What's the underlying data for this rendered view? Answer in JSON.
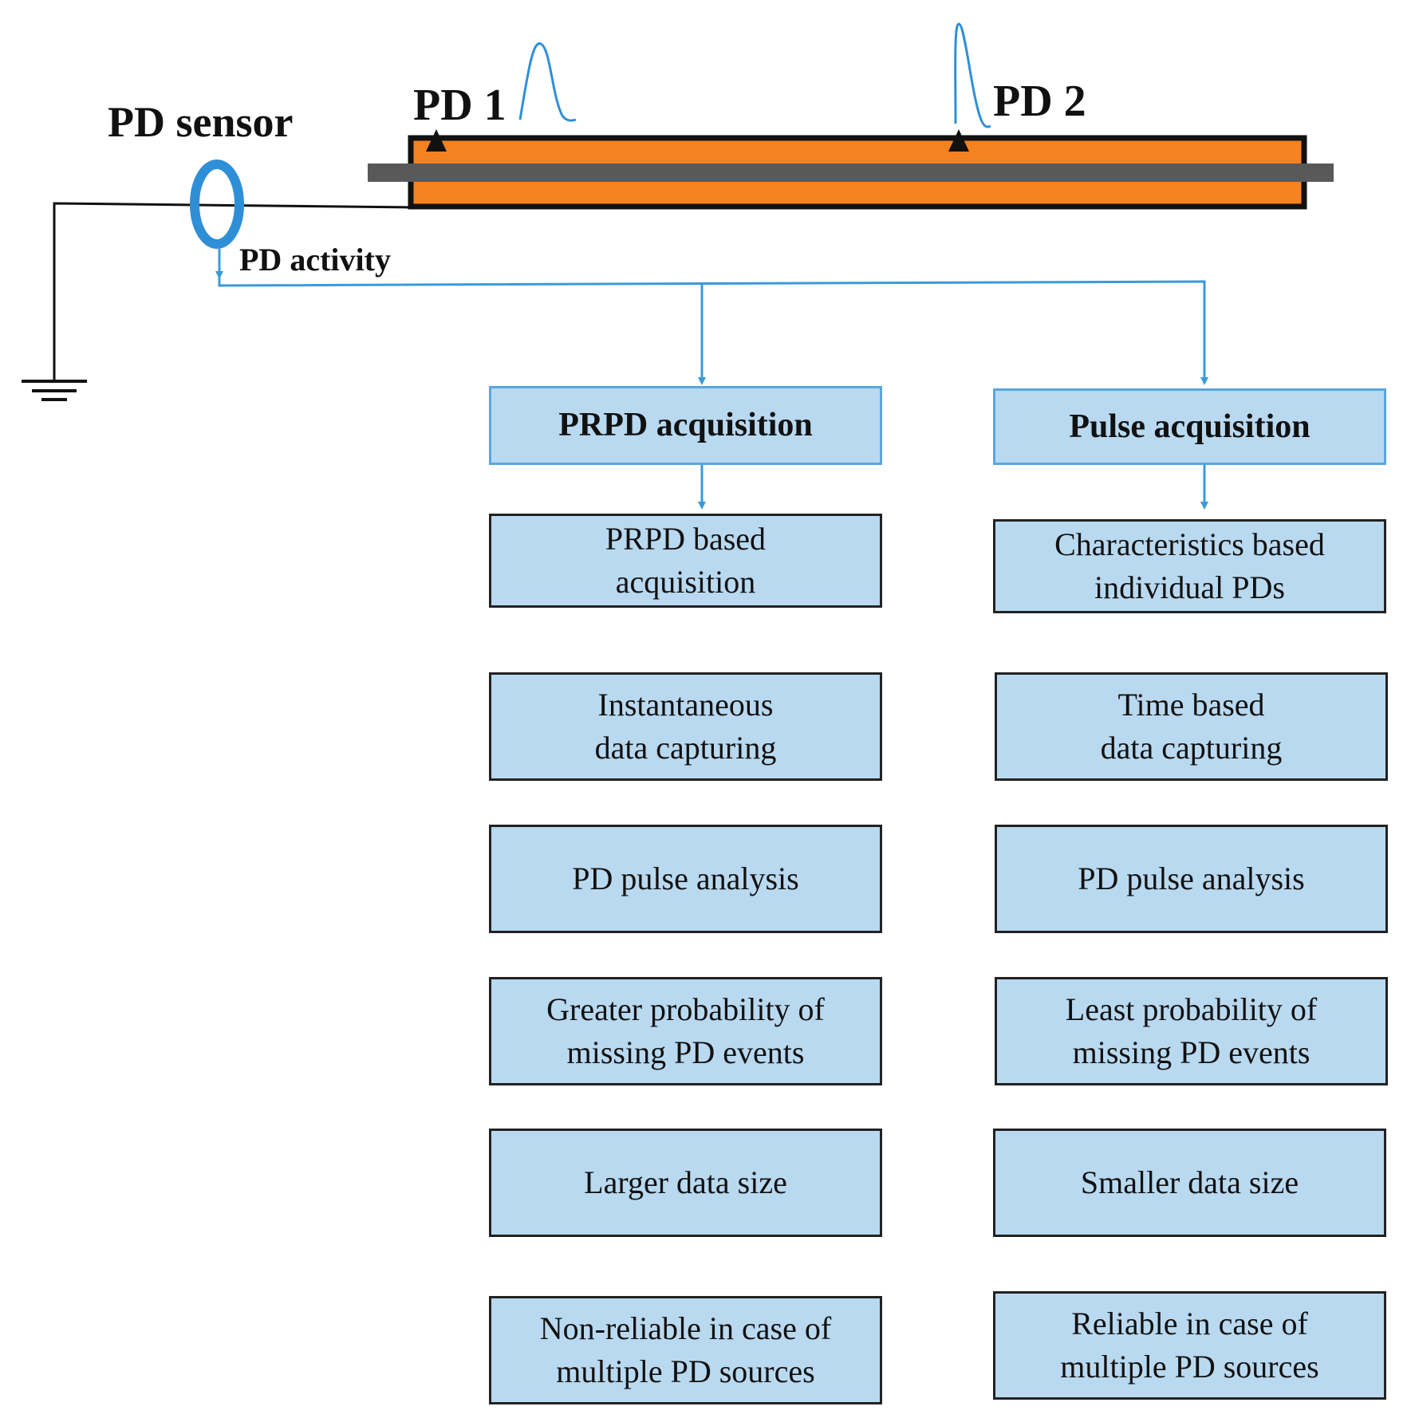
{
  "labels": {
    "sensor": "PD sensor",
    "pd1": "PD 1",
    "pd2": "PD 2",
    "activity": "PD activity"
  },
  "colors": {
    "cable_outer": "#f58220",
    "cable_core": "#595959",
    "sensor_ring": "#2f8fd6",
    "flow_line": "#3a9ad9",
    "box_fill": "#b9d9f0",
    "box_border": "#222222"
  },
  "left_column": {
    "header": "PRPD acquisition",
    "items": [
      "PRPD based\nacquisition",
      "Instantaneous\ndata capturing",
      "PD pulse analysis",
      "Greater probability of\nmissing PD events",
      "Larger data size",
      "Non-reliable in case of\nmultiple PD sources"
    ]
  },
  "right_column": {
    "header": "Pulse acquisition",
    "items": [
      "Characteristics based\nindividual PDs",
      "Time based\ndata capturing",
      "PD pulse analysis",
      "Least probability of\nmissing PD events",
      "Smaller data size",
      "Reliable in case of\nmultiple PD sources"
    ]
  }
}
